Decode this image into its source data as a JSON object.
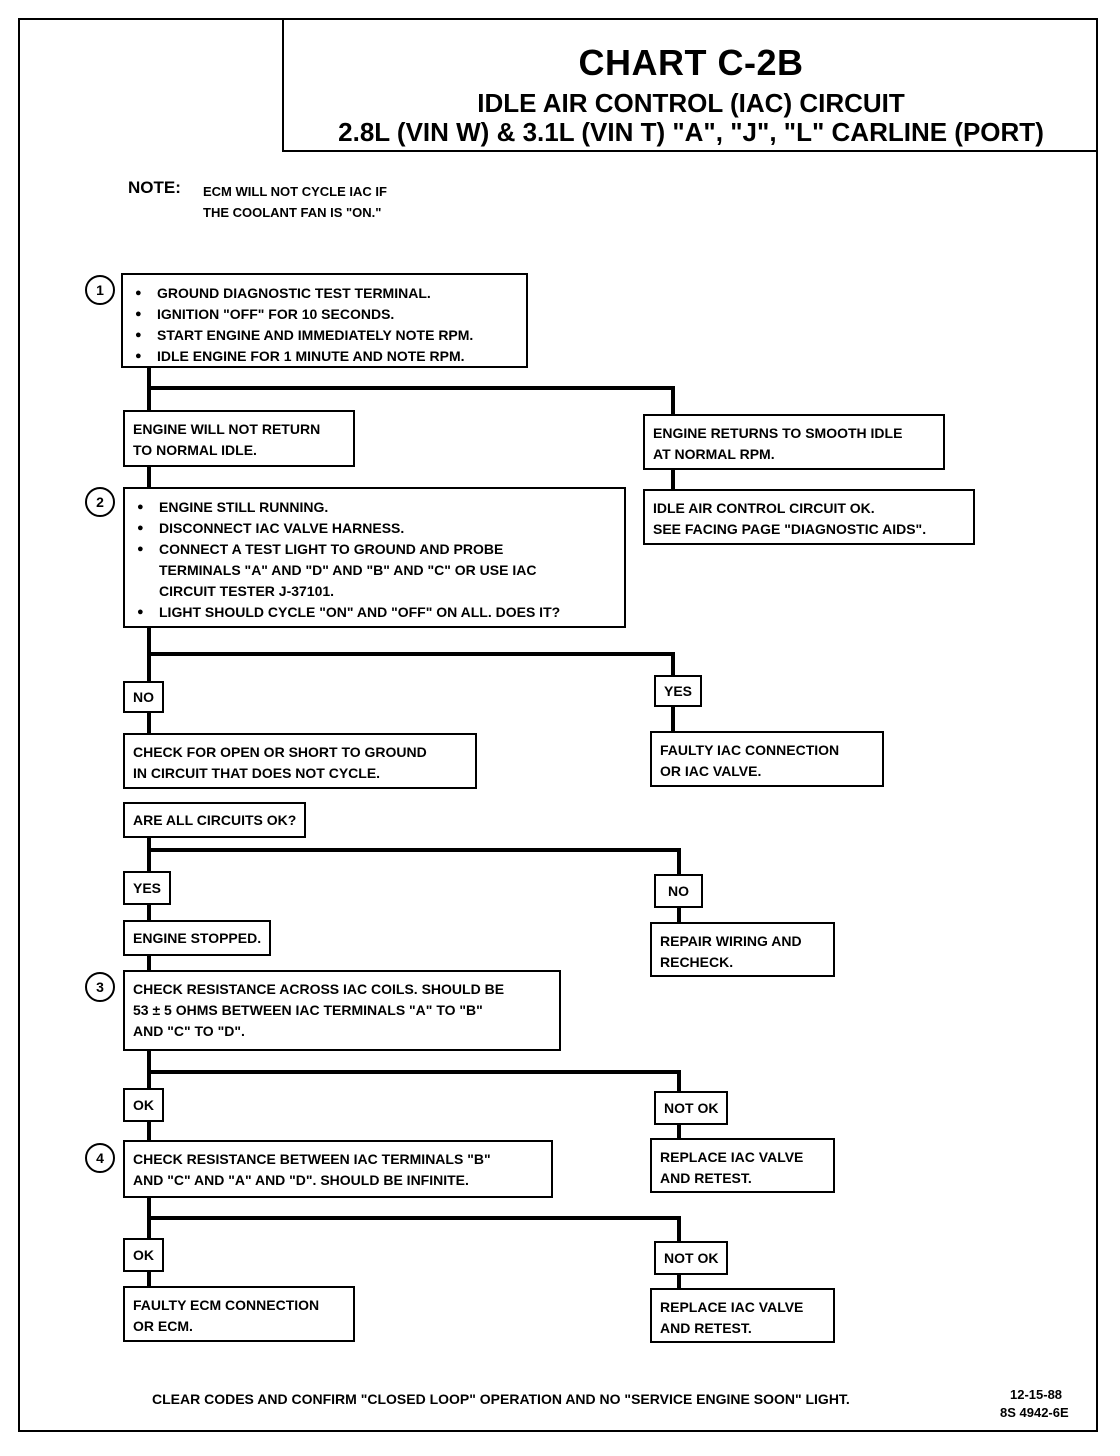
{
  "title": {
    "main": "CHART C-2B",
    "sub1": "IDLE AIR CONTROL (IAC) CIRCUIT",
    "sub2": "2.8L (VIN W) & 3.1L (VIN T)  \"A\", \"J\", \"L\"  CARLINE  (PORT)"
  },
  "note": {
    "label": "NOTE:",
    "line1": "ECM WILL NOT CYCLE IAC IF",
    "line2": "THE COOLANT FAN IS \"ON.\""
  },
  "steps": {
    "s1": "1",
    "s2": "2",
    "s3": "3",
    "s4": "4"
  },
  "step1": {
    "items": [
      "GROUND DIAGNOSTIC TEST TERMINAL.",
      "IGNITION \"OFF\" FOR 10 SECONDS.",
      "START ENGINE AND IMMEDIATELY NOTE RPM.",
      "IDLE ENGINE FOR 1 MINUTE AND NOTE RPM."
    ]
  },
  "not_return": {
    "line1": "ENGINE WILL NOT RETURN",
    "line2": "TO NORMAL IDLE."
  },
  "returns": {
    "line1": "ENGINE RETURNS TO SMOOTH IDLE",
    "line2": "AT NORMAL RPM."
  },
  "circuit_ok": {
    "line1": "IDLE AIR CONTROL CIRCUIT OK.",
    "line2": "SEE FACING PAGE \"DIAGNOSTIC AIDS\"."
  },
  "step2": {
    "items": [
      "ENGINE STILL RUNNING.",
      "DISCONNECT IAC VALVE HARNESS."
    ],
    "item3_line1": "CONNECT A TEST LIGHT TO GROUND AND PROBE",
    "item3_line2": "TERMINALS \"A\" AND \"D\" AND \"B\" AND \"C\" OR USE IAC",
    "item3_line3": "CIRCUIT TESTER J-37101.",
    "item4": "LIGHT SHOULD CYCLE \"ON\" AND \"OFF\" ON ALL.  DOES IT?"
  },
  "labels": {
    "no1": "NO",
    "yes1": "YES",
    "yes2": "YES",
    "no2": "NO",
    "ok1": "OK",
    "notok1": "NOT OK",
    "ok2": "OK",
    "notok2": "NOT OK"
  },
  "check_open": {
    "line1": "CHECK FOR OPEN OR SHORT TO GROUND",
    "line2": "IN CIRCUIT THAT DOES NOT CYCLE."
  },
  "faulty_iac": {
    "line1": "FAULTY IAC CONNECTION",
    "line2": "OR IAC  VALVE."
  },
  "all_ok": "ARE ALL CIRCUITS OK?",
  "engine_stopped": "ENGINE STOPPED.",
  "repair": {
    "line1": "REPAIR WIRING AND",
    "line2": "RECHECK."
  },
  "step3": {
    "line1": "CHECK RESISTANCE ACROSS IAC COILS.  SHOULD BE",
    "line2": "53 ± 5 OHMS BETWEEN IAC TERMINALS  \"A\" TO \"B\"",
    "line3": "AND \"C\" TO \"D\"."
  },
  "replace1": {
    "line1": "REPLACE IAC VALVE",
    "line2": "AND RETEST."
  },
  "step4": {
    "line1": "CHECK RESISTANCE BETWEEN IAC TERMINALS \"B\"",
    "line2": "AND \"C\" AND \"A\" AND \"D\".  SHOULD BE INFINITE."
  },
  "faulty_ecm": {
    "line1": "FAULTY ECM CONNECTION",
    "line2": "OR ECM."
  },
  "replace2": {
    "line1": "REPLACE IAC VALVE",
    "line2": "AND RETEST."
  },
  "footer": "CLEAR CODES AND CONFIRM  \"CLOSED LOOP\" OPERATION AND NO \"SERVICE ENGINE SOON\" LIGHT.",
  "doc_date": "12-15-88",
  "doc_code": "8S 4942-6E"
}
